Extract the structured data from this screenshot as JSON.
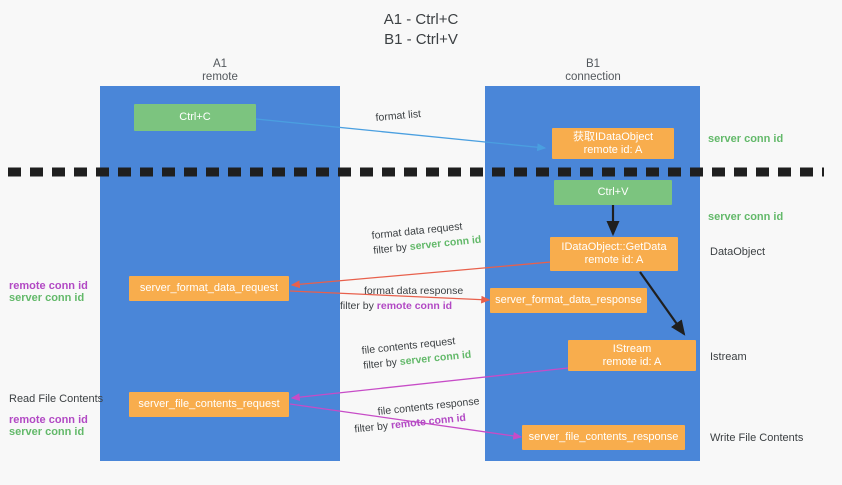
{
  "title": {
    "line1": "A1 - Ctrl+C",
    "line2": "B1 - Ctrl+V"
  },
  "lanes": [
    {
      "name": "A1",
      "sub": "remote",
      "color": "#4a86d8"
    },
    {
      "name": "B1",
      "sub": "connection",
      "color": "#4a86d8"
    }
  ],
  "nodes": {
    "ctrl_c": {
      "line1": "Ctrl+C",
      "line2": ""
    },
    "get_idataobject": {
      "line1": "获取IDataObject",
      "line2": "remote id: A"
    },
    "ctrl_v": {
      "line1": "Ctrl+V",
      "line2": ""
    },
    "getdata": {
      "line1": "IDataObject::GetData",
      "line2": "remote id: A"
    },
    "format_req": {
      "line1": "server_format_data_request",
      "line2": ""
    },
    "format_resp": {
      "line1": "server_format_data_response",
      "line2": ""
    },
    "istream": {
      "line1": "IStream",
      "line2": "remote id: A"
    },
    "file_req": {
      "line1": "server_file_contents_request",
      "line2": ""
    },
    "file_resp": {
      "line1": "server_file_contents_response",
      "line2": ""
    }
  },
  "edge_labels": {
    "format_list": "format list",
    "format_data_request": "format data request",
    "format_data_request_filter_pre": "filter by ",
    "format_data_request_filter_key": "server conn id",
    "format_data_response": "format data response",
    "format_data_response_filter_pre": "filter by ",
    "format_data_response_filter_key": "remote conn id",
    "file_contents_request": "file contents request",
    "file_contents_request_filter_pre": "filter by ",
    "file_contents_request_filter_key": "server conn id",
    "file_contents_response": "file contents response",
    "file_contents_response_filter_pre": "filter by ",
    "file_contents_response_filter_key": "remote conn id"
  },
  "right_annotations": {
    "server_conn_id_1": "server conn id",
    "server_conn_id_2": "server conn id",
    "dataobject": "DataObject",
    "istream": "Istream",
    "write_file_contents": "Write File Contents"
  },
  "left_annotations": {
    "remote_conn_id_1": "remote conn id",
    "server_conn_id_1": "server conn id",
    "read_file_contents": "Read File Contents",
    "remote_conn_id_2": "remote conn id",
    "server_conn_id_2": "server conn id"
  },
  "colors": {
    "lane": "#4a86d8",
    "green_node": "#7cc47f",
    "orange_node": "#f8ad4d",
    "green_text": "#63b96a",
    "purple_text": "#b249c4",
    "blue_arrow": "#4a9fe0",
    "red_arrow": "#e8604c",
    "magenta_arrow": "#c74cc7",
    "black_arrow": "#1f1f1f",
    "divider": "#1f1f1f",
    "background": "#f8f8f8"
  }
}
